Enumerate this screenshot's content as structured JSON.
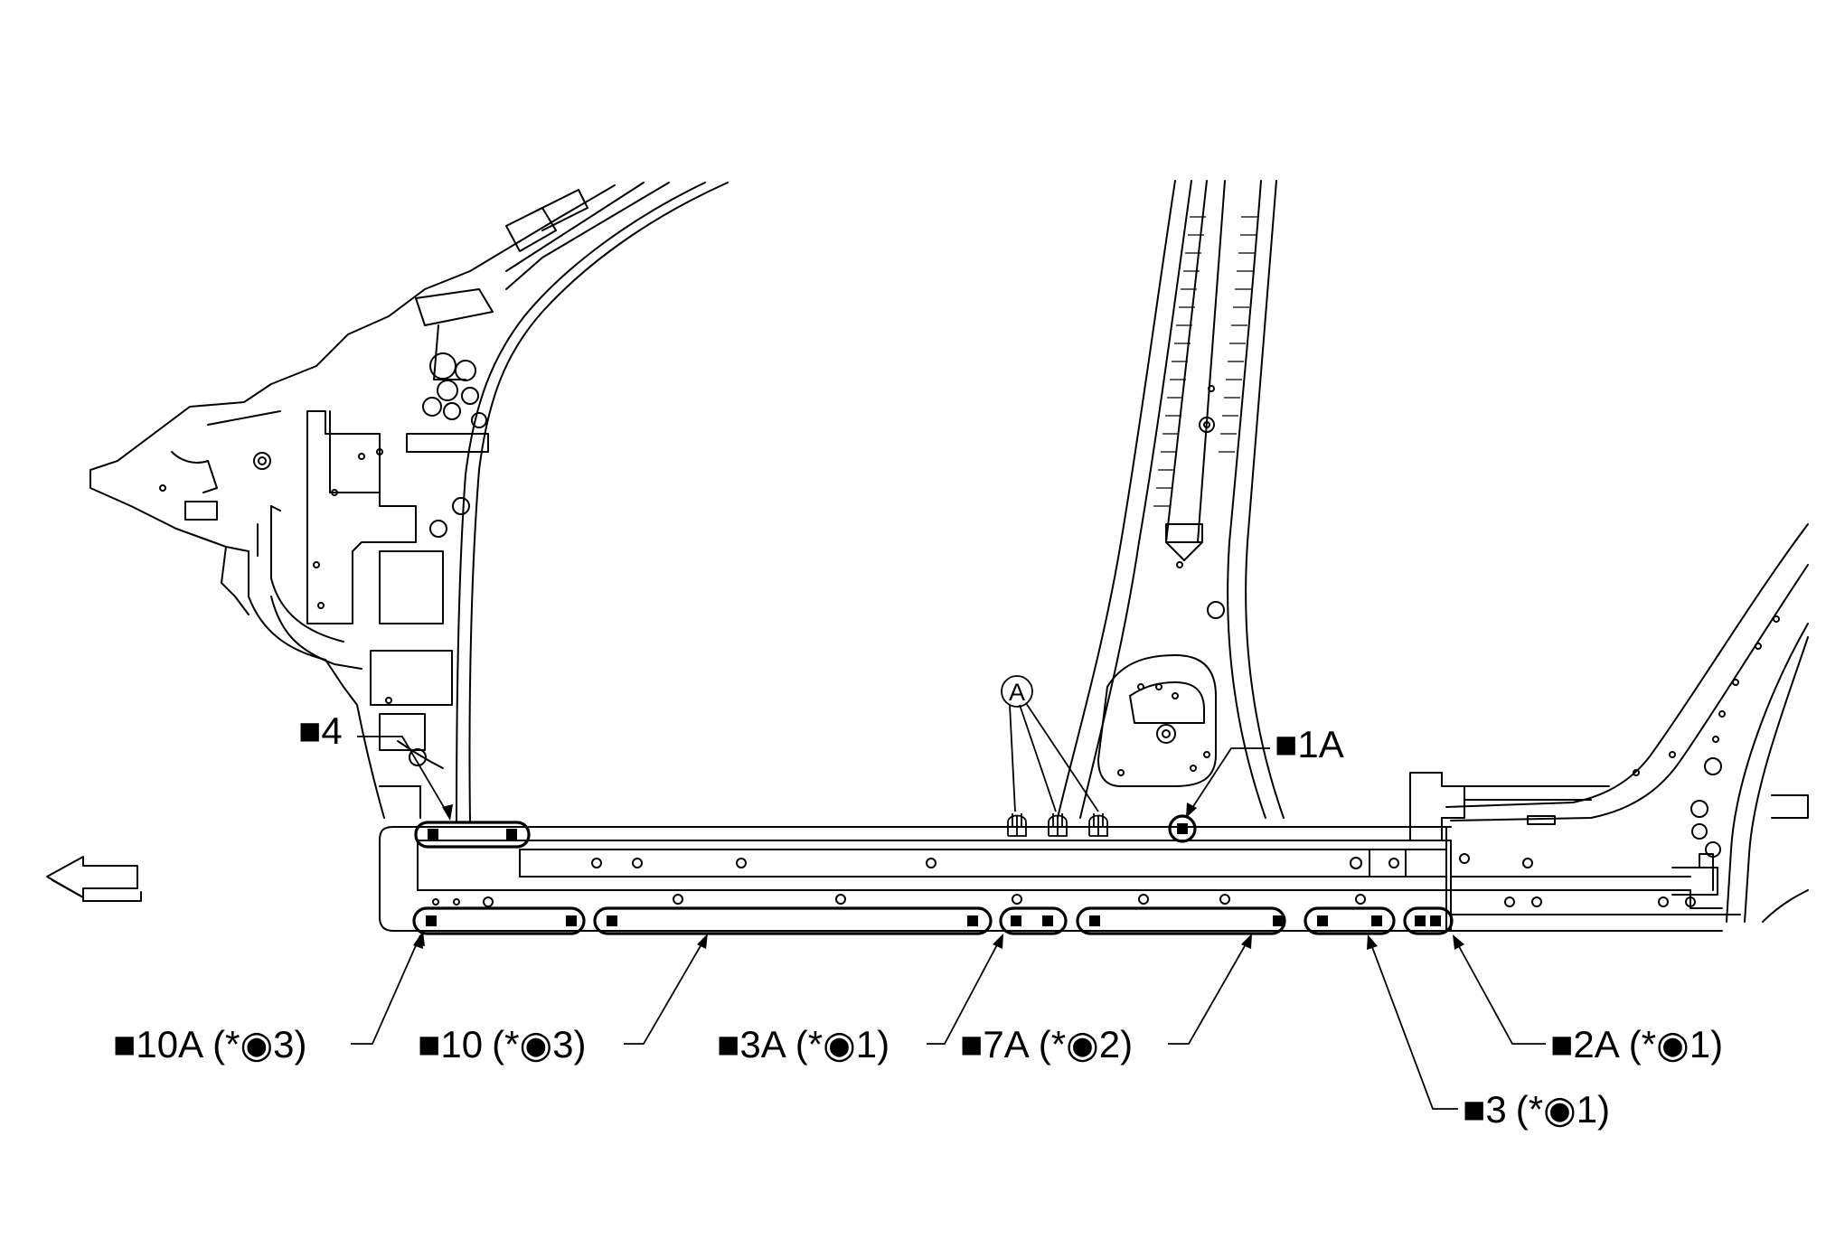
{
  "labels": {
    "l4": {
      "sym": "■",
      "num": "4"
    },
    "l1a": {
      "sym": "■",
      "num": "1A"
    },
    "la": "A",
    "l10a": {
      "sym": "■",
      "num": "10A",
      "open": "(*",
      "spot": "◉",
      "close": "3)"
    },
    "l10": {
      "sym": "■",
      "num": "10",
      "open": "(*",
      "spot": "◉",
      "close": "3)"
    },
    "l3a": {
      "sym": "■",
      "num": "3A",
      "open": "(*",
      "spot": "◉",
      "close": "1)"
    },
    "l7a": {
      "sym": "■",
      "num": "7A",
      "open": "(*",
      "spot": "◉",
      "close": "2)"
    },
    "l2a": {
      "sym": "■",
      "num": "2A",
      "open": "(*",
      "spot": "◉",
      "close": "1)"
    },
    "l3": {
      "sym": "■",
      "num": "3",
      "open": "(*",
      "spot": "◉",
      "close": "1)"
    }
  },
  "icons": {
    "direction": "front-arrow-icon"
  }
}
